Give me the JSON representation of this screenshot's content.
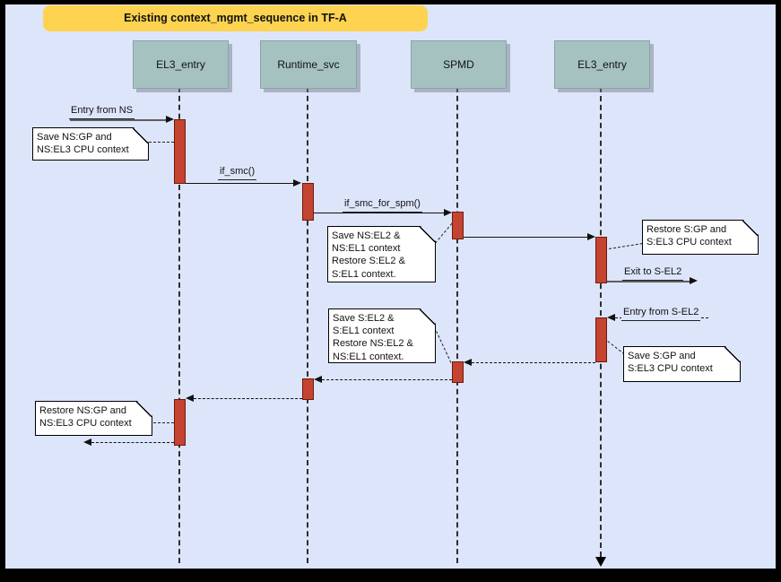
{
  "title": "Existing context_mgmt_sequence in TF-A",
  "actors": [
    {
      "label": "EL3_entry"
    },
    {
      "label": "Runtime_svc"
    },
    {
      "label": "SPMD"
    },
    {
      "label": "EL3_entry"
    }
  ],
  "messages": {
    "entry_from_ns": "Entry from NS",
    "if_smc": "if_smc()",
    "if_smc_for_spm": "if_smc_for_spm()",
    "exit_to_sel2": "Exit to S-EL2",
    "entry_from_sel2": "Entry from S-EL2"
  },
  "notes": [
    {
      "text": "Save NS:GP and\nNS:EL3 CPU context"
    },
    {
      "text": "Save NS:EL2 &\nNS:EL1 context\nRestore S:EL2 &\nS:EL1 context."
    },
    {
      "text": "Restore S:GP and\nS:EL3 CPU context"
    },
    {
      "text": "Save S:EL2 &\nS:EL1 context\nRestore NS:EL2 &\nNS:EL1 context."
    },
    {
      "text": "Save S:GP and\nS:EL3 CPU context"
    },
    {
      "text": "Restore NS:GP and\nNS:EL3 CPU context"
    }
  ],
  "colors": {
    "background": "#dde5fb",
    "frame": "#000000",
    "title_fill": "#fdd350",
    "actor_fill": "#a5c2c0",
    "activation_fill": "#c54431",
    "note_fill": "#ffffff",
    "solid_line": "#111111",
    "gray_line": "#5d5d5d"
  }
}
